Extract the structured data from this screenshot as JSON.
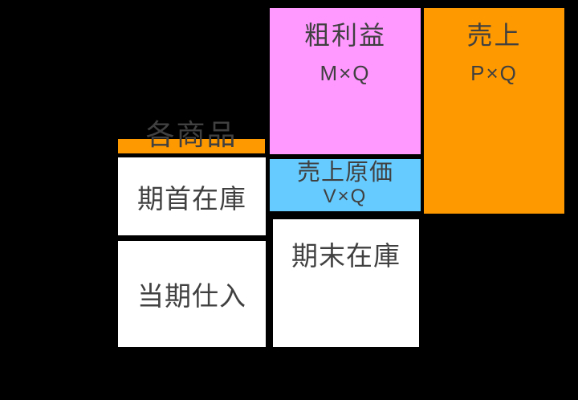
{
  "colors": {
    "background": "#000000",
    "orange": "#FF9900",
    "pink": "#FF99FF",
    "blue": "#66CCFF",
    "white": "#FFFFFF",
    "text_dark": "#404040"
  },
  "boxes": {
    "gross_profit": {
      "title": "粗利益",
      "formula": "M×Q"
    },
    "sales": {
      "title": "売上",
      "formula": "P×Q"
    },
    "products_label": {
      "label": "各商品"
    },
    "beginning_inventory": {
      "label": "期首在庫"
    },
    "purchases": {
      "label": "当期仕入"
    },
    "cogs": {
      "title": "売上原価",
      "formula": "V×Q"
    },
    "ending_inventory": {
      "label": "期末在庫"
    }
  }
}
